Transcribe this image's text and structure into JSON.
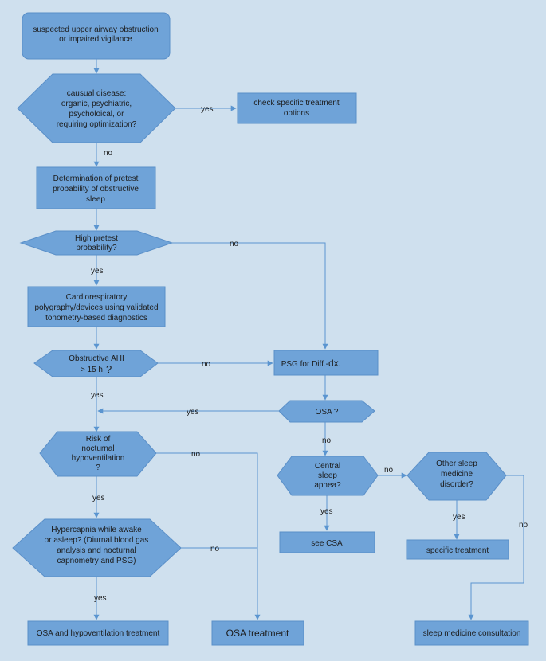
{
  "colors": {
    "background": "#cfe0ee",
    "node_fill": "#6fa3d8",
    "node_stroke": "#5a8fc8",
    "connector": "#5b95d0",
    "text": "#1c1c1c"
  },
  "nodes": {
    "start": [
      "suspected upper airway obstruction",
      "or impaired vigilance"
    ],
    "causal_disease": [
      "causual disease:",
      "organic, psychiatric,",
      "psycholoical, or",
      "requiring optimization?"
    ],
    "check_treatment": [
      "check specific treatment",
      "options"
    ],
    "pretest_determination": [
      "Determination of pretest",
      "probability of obstructive",
      "sleep"
    ],
    "high_pretest": [
      "High pretest",
      "probability?"
    ],
    "polygraphy": [
      "Cardiorespiratory",
      "polygraphy/devices using validated",
      "tonometry-based diagnostics"
    ],
    "obstructive_ahi": [
      "Obstructive AHI",
      "> 15 h"
    ],
    "obstructive_ahi_mark": "?",
    "psg": "PSG for Diff.-",
    "psg_suffix": "dx.",
    "osa_q": "OSA ?",
    "risk_hypo": [
      "Risk of",
      "nocturnal",
      "hypoventilation",
      "?"
    ],
    "central_apnea": [
      "Central",
      "sleep",
      "apnea?"
    ],
    "other_disorder": [
      "Other sleep",
      "medicine",
      "disorder?"
    ],
    "see_csa": "see CSA",
    "specific_treatment": "specific treatment",
    "hypercapnia": [
      "Hypercapnia while awake",
      "or asleep? (Diurnal blood gas",
      "analysis and nocturnal",
      "capnometry and PSG)"
    ],
    "osa_hypo_treatment": "OSA and hypoventilation treatment",
    "osa_treatment": "OSA treatment",
    "consultation": "sleep medicine consultation"
  },
  "edge_labels": {
    "causal_yes": "yes",
    "causal_no": "no",
    "pretest_no": "no",
    "pretest_yes": "yes",
    "ahi_no": "no",
    "ahi_yes": "yes",
    "osa_yes": "yes",
    "osa_no": "no",
    "risk_no": "no",
    "risk_yes": "yes",
    "central_no": "no",
    "central_yes": "yes",
    "other_yes": "yes",
    "other_no": "no",
    "hyper_no": "no",
    "hyper_yes": "yes"
  }
}
